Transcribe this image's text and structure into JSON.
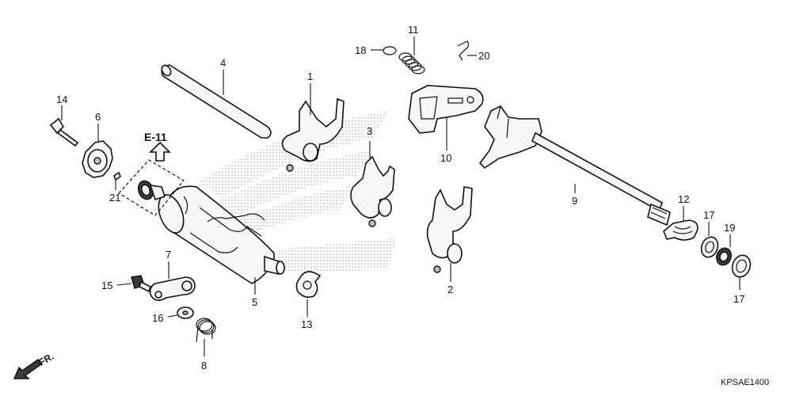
{
  "reference": {
    "label": "E-11"
  },
  "diagram_code": "KPSAE1400",
  "direction": {
    "label": "FR."
  },
  "colors": {
    "ink": "#111111",
    "logo_dots": "#9a9a9a",
    "part_fill": "#f7f7f7"
  },
  "callouts": {
    "p1": "1",
    "p2": "2",
    "p3": "3",
    "p4": "4",
    "p5": "5",
    "p6": "6",
    "p7": "7",
    "p8": "8",
    "p9": "9",
    "p10": "10",
    "p11": "11",
    "p12": "12",
    "p13": "13",
    "p14": "14",
    "p15": "15",
    "p16": "16",
    "p17a": "17",
    "p17b": "17",
    "p18": "18",
    "p19": "19",
    "p20": "20",
    "p21": "21"
  }
}
